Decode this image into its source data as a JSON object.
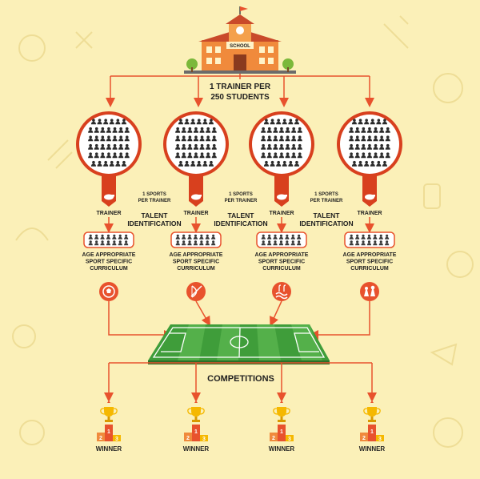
{
  "school": {
    "sign": "SCHOOL"
  },
  "header": {
    "line1": "1 TRAINER PER",
    "line2": "250 STUDENTS"
  },
  "columns": [
    {
      "trainer": "TRAINER",
      "curriculum": [
        "AGE APPROPRIATE",
        "SPORT SPECIFIC",
        "CURRICULUM"
      ],
      "sport_icon": "football-icon"
    },
    {
      "trainer": "TRAINER",
      "curriculum": [
        "AGE APPROPRIATE",
        "SPORT SPECIFIC",
        "CURRICULUM"
      ],
      "sport_icon": "archery-icon"
    },
    {
      "trainer": "TRAINER",
      "curriculum": [
        "AGE APPROPRIATE",
        "SPORT SPECIFIC",
        "CURRICULUM"
      ],
      "sport_icon": "swimming-icon"
    },
    {
      "trainer": "TRAINER",
      "curriculum": [
        "AGE APPROPRIATE",
        "SPORT SPECIFIC",
        "CURRICULUM"
      ],
      "sport_icon": "chess-icon"
    }
  ],
  "between": [
    {
      "ratio": [
        "1 SPORTS",
        "PER TRAINER"
      ],
      "talent": [
        "TALENT",
        "IDENTIFICATION"
      ]
    },
    {
      "ratio": [
        "1 SPORTS",
        "PER TRAINER"
      ],
      "talent": [
        "TALENT",
        "IDENTIFICATION"
      ]
    },
    {
      "ratio": [
        "1 SPORTS",
        "PER TRAINER"
      ],
      "talent": [
        "TALENT",
        "IDENTIFICATION"
      ]
    }
  ],
  "competitions": "COMPETITIONS",
  "winners": [
    {
      "label": "WINNER",
      "podium": [
        "2",
        "1",
        "3"
      ]
    },
    {
      "label": "WINNER",
      "podium": [
        "2",
        "1",
        "3"
      ]
    },
    {
      "label": "WINNER",
      "podium": [
        "2",
        "1",
        "3"
      ]
    },
    {
      "label": "WINNER",
      "podium": [
        "2",
        "1",
        "3"
      ]
    }
  ],
  "colors": {
    "background": "#fbf0b8",
    "accent": "#e8522d",
    "field": "#3f9d3a",
    "ribbon": "#d8401e",
    "trophy": "#f5b800"
  }
}
